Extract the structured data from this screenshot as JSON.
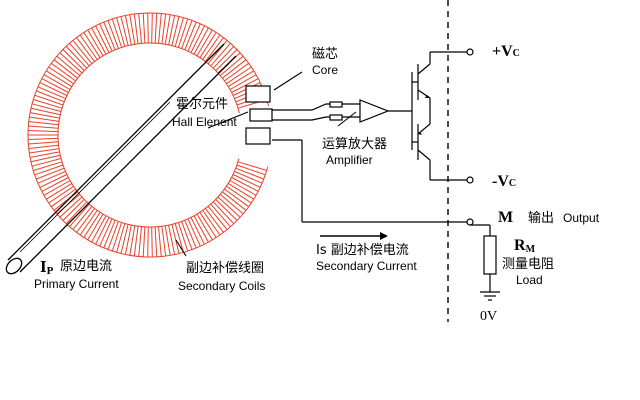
{
  "labels": {
    "core_cn": "磁芯",
    "core_en": "Core",
    "hall_cn": "霍尔元件",
    "hall_en": "Hall Elenent",
    "amp_cn": "运算放大器",
    "amp_en": "Amplifier",
    "ip_symbol": "I",
    "ip_sub": "P",
    "ip_cn": "原边电流",
    "ip_en": "Primary Current",
    "coil_cn": "副边补偿线圈",
    "coil_en": "Secondary Coils",
    "is_cn": "Is 副边补偿电流",
    "is_en": "Secondary Current",
    "vc_pos": "+V",
    "vc_neg": "-V",
    "vc_sub": "C",
    "m_symbol": "M",
    "m_cn": "输出",
    "m_en": "Output",
    "rm_symbol": "R",
    "rm_sub": "M",
    "rm_cn": "测量电阻",
    "rm_en": "Load",
    "ground": "0V"
  },
  "colors": {
    "coil": "#e8402a",
    "line": "#000000",
    "background": "#ffffff"
  }
}
